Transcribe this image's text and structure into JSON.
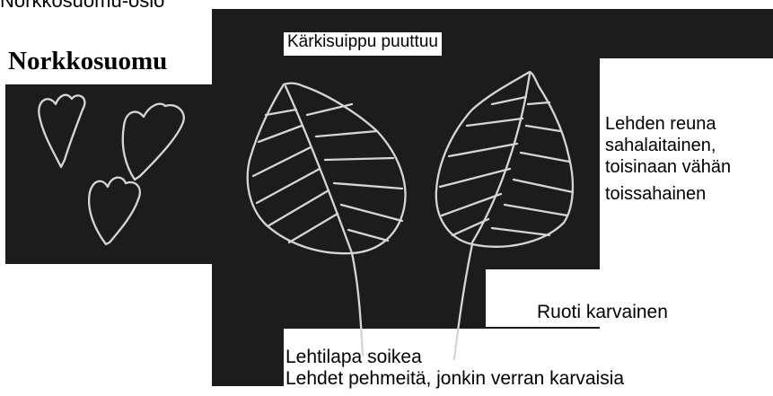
{
  "colors": {
    "panel_background": "#1c1c1c",
    "leaf_outline": "#d6d6d6",
    "label_background": "#ffffff",
    "text": "#000000"
  },
  "top_clipped_text": "Norkkosuomu-osio",
  "title": "Norkkosuomu",
  "labels": {
    "tip": "Kärkisuippu puuttuu",
    "edge_line1": "Lehden reuna",
    "edge_line2": "sahalaitainen,",
    "edge_line3": "toisinaan vähän",
    "edge_line4": "toissahainen",
    "stalk": "Ruoti karvainen",
    "blade": "Lehtilapa soikea",
    "soft": "Lehdet pehmeitä, jonkin verran karvaisia"
  },
  "icons": [
    "bract-scale-outline",
    "birch-leaf-outline"
  ]
}
